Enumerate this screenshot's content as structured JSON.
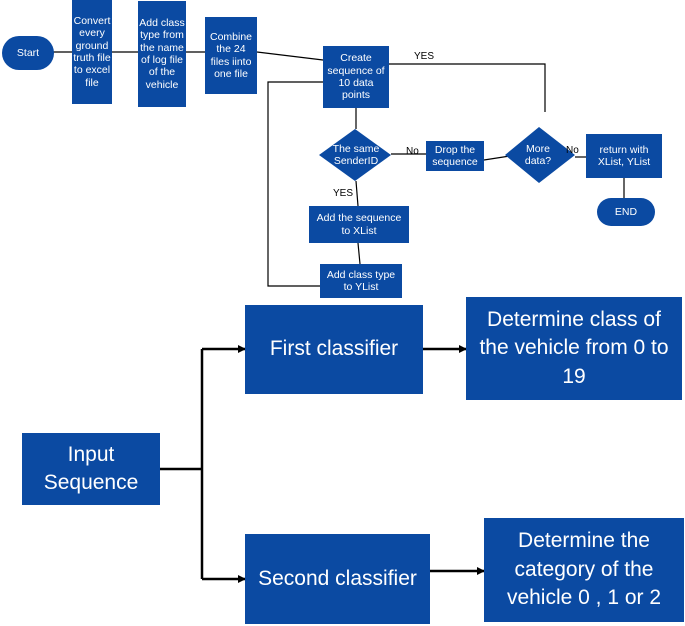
{
  "flowchart": {
    "start": "Start",
    "convert": "Convert every ground truth file to excel file",
    "add_class": "Add class type from the name of log file of the vehicle",
    "combine": "Combine the 24 files iinto one file",
    "create_seq": "Create sequence of 10 data points",
    "same_sender": "The same SenderID",
    "drop_seq": "Drop the sequence",
    "more_data": "More data?",
    "return": "return with XList, YList",
    "end": "END",
    "add_seq_xlist": "Add the sequence to XList",
    "add_class_ylist": "Add class type to YList",
    "label_yes_top": "YES",
    "label_no_1": "No",
    "label_no_2": "No",
    "label_yes_down": "YES"
  },
  "classifier_diagram": {
    "input": "Input Sequence",
    "first": "First classifier",
    "second": "Second classifier",
    "first_out": "Determine class of the vehicle from 0 to 19",
    "second_out": "Determine the category of the vehicle 0 , 1 or 2"
  },
  "colors": {
    "box": "#0b4aa2",
    "text": "#ffffff",
    "line": "#000000"
  }
}
